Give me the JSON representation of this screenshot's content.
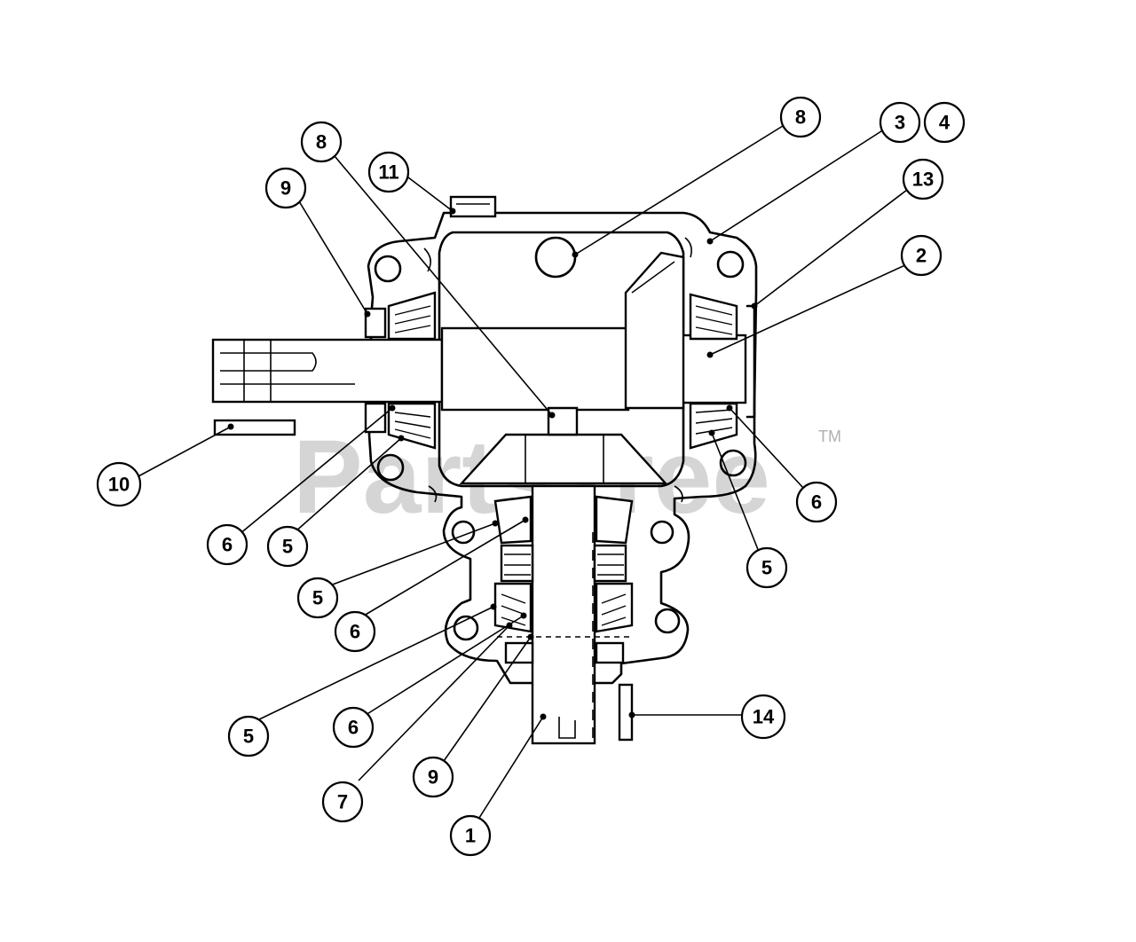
{
  "watermark": {
    "text": "PartsTree",
    "trademark": "TM"
  },
  "callouts": [
    {
      "id": "c-1",
      "label": "1"
    },
    {
      "id": "c-2",
      "label": "2"
    },
    {
      "id": "c-3",
      "label": "3"
    },
    {
      "id": "c-4",
      "label": "4"
    },
    {
      "id": "c-5a",
      "label": "5"
    },
    {
      "id": "c-5b",
      "label": "5"
    },
    {
      "id": "c-5c",
      "label": "5"
    },
    {
      "id": "c-5d",
      "label": "5"
    },
    {
      "id": "c-6a",
      "label": "6"
    },
    {
      "id": "c-6b",
      "label": "6"
    },
    {
      "id": "c-6c",
      "label": "6"
    },
    {
      "id": "c-6d",
      "label": "6"
    },
    {
      "id": "c-7",
      "label": "7"
    },
    {
      "id": "c-8a",
      "label": "8"
    },
    {
      "id": "c-8b",
      "label": "8"
    },
    {
      "id": "c-9a",
      "label": "9"
    },
    {
      "id": "c-9b",
      "label": "9"
    },
    {
      "id": "c-10",
      "label": "10"
    },
    {
      "id": "c-11",
      "label": "11"
    },
    {
      "id": "c-13",
      "label": "13"
    },
    {
      "id": "c-14",
      "label": "14"
    }
  ]
}
